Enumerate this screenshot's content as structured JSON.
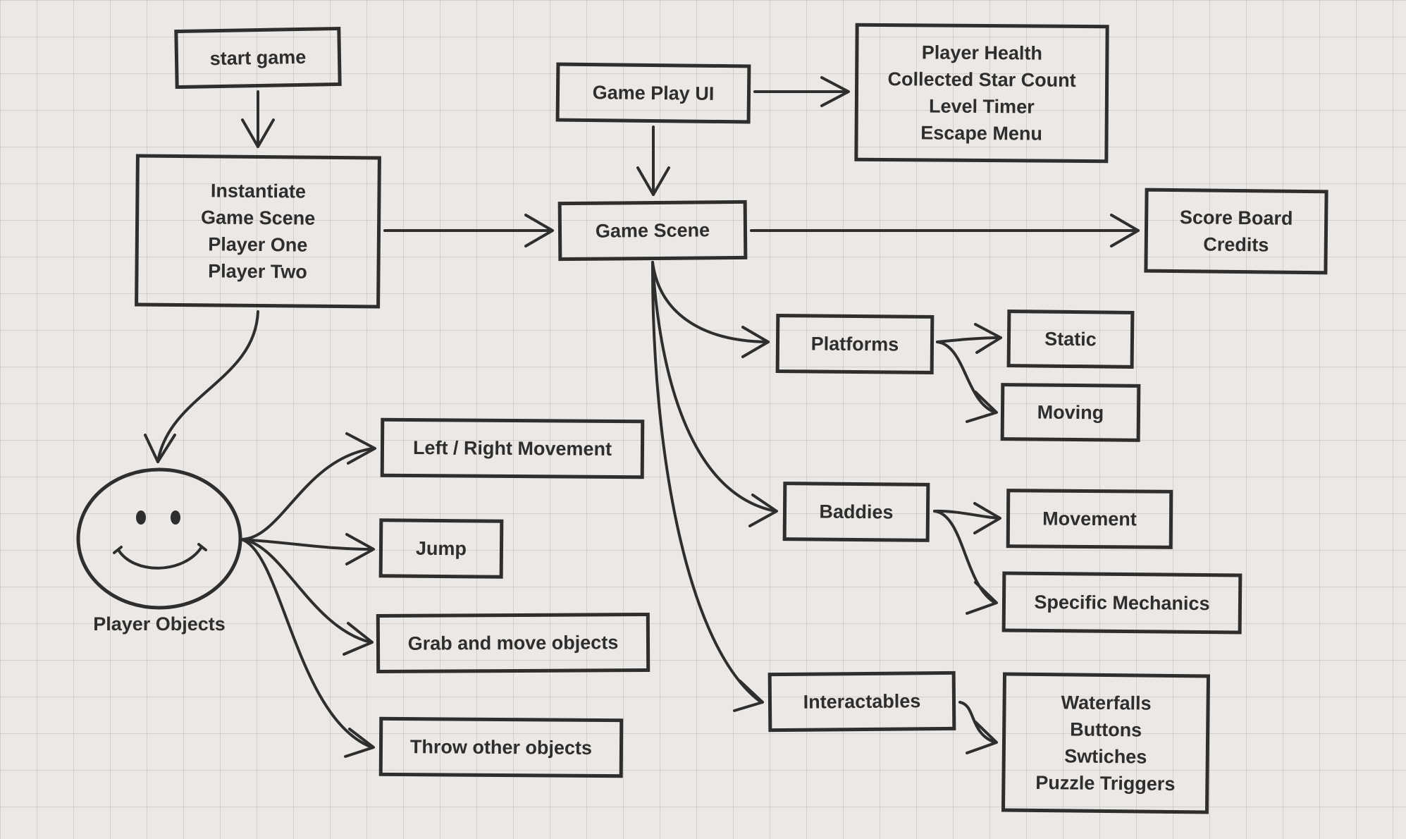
{
  "nodes": {
    "start_game": {
      "lines": [
        "start game"
      ]
    },
    "instantiate": {
      "lines": [
        "Instantiate",
        "Game Scene",
        "Player One",
        "Player Two"
      ]
    },
    "game_play_ui": {
      "lines": [
        "Game Play UI"
      ]
    },
    "ui_elements": {
      "lines": [
        "Player Health",
        "Collected Star Count",
        "Level Timer",
        "Escape Menu"
      ]
    },
    "game_scene": {
      "lines": [
        "Game Scene"
      ]
    },
    "score_board": {
      "lines": [
        "Score Board",
        "Credits"
      ]
    },
    "platforms": {
      "lines": [
        "Platforms"
      ]
    },
    "static": {
      "lines": [
        "Static"
      ]
    },
    "moving": {
      "lines": [
        "Moving"
      ]
    },
    "baddies": {
      "lines": [
        "Baddies"
      ]
    },
    "movement": {
      "lines": [
        "Movement"
      ]
    },
    "specific_mechanics": {
      "lines": [
        "Specific Mechanics"
      ]
    },
    "interactables": {
      "lines": [
        "Interactables"
      ]
    },
    "interactable_types": {
      "lines": [
        "Waterfalls",
        "Buttons",
        "Swtiches",
        "Puzzle Triggers"
      ]
    },
    "left_right_movement": {
      "lines": [
        "Left / Right Movement"
      ]
    },
    "jump": {
      "lines": [
        "Jump"
      ]
    },
    "grab_move": {
      "lines": [
        "Grab and move objects"
      ]
    },
    "throw": {
      "lines": [
        "Throw other objects"
      ]
    }
  },
  "player_objects": {
    "label": "Player Objects",
    "icon": "smiley-face-icon"
  },
  "colors": {
    "stroke": "#2e2e2e",
    "background": "#ebe8e5",
    "grid": "#bebab6"
  }
}
